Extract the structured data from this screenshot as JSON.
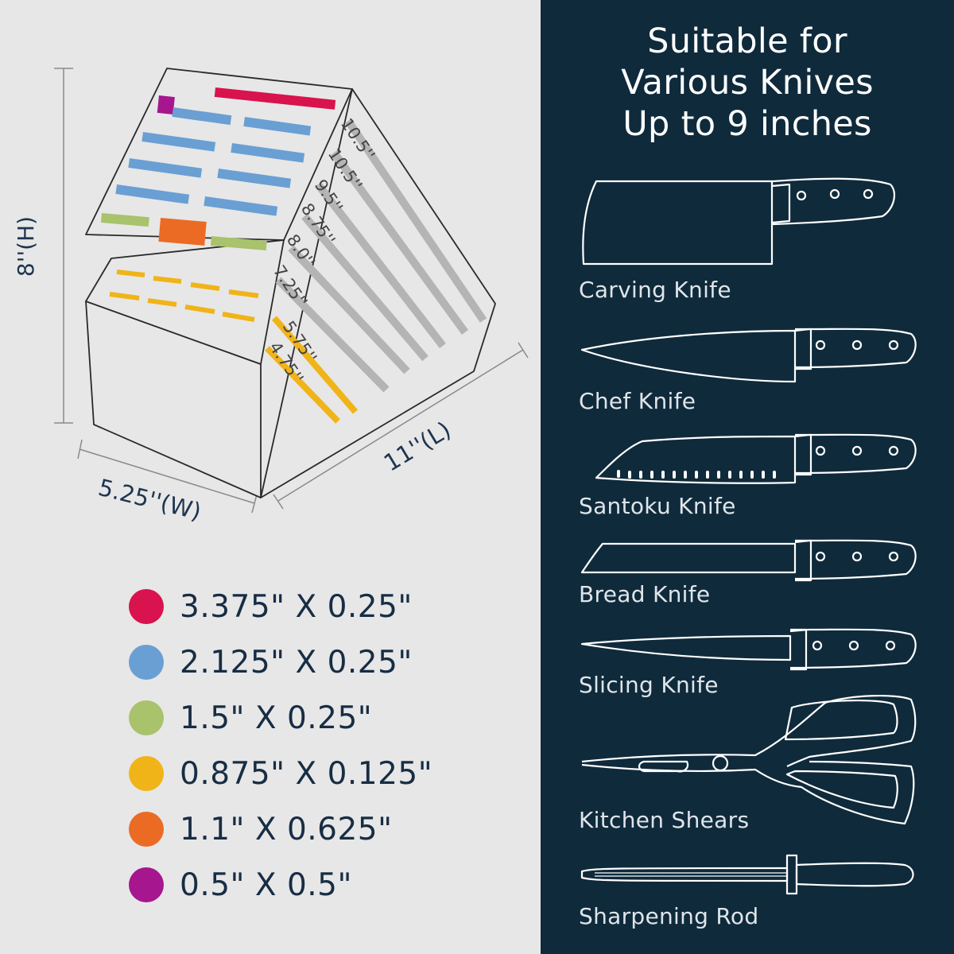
{
  "dimensions": {
    "height": "8''(H)",
    "width": "5.25''(W)",
    "length": "11''(L)"
  },
  "slot_lengths": [
    "10.5''",
    "10.5''",
    "9.5''",
    "8.75''",
    "8.0''",
    "7.25''",
    "5.75''",
    "4.75''"
  ],
  "legend": [
    {
      "label": "3.375\" X 0.25\"",
      "color": "#d8134d"
    },
    {
      "label": "2.125\" X 0.25\"",
      "color": "#6a9fd4"
    },
    {
      "label": "1.5\" X 0.25\"",
      "color": "#a9c26c"
    },
    {
      "label": "0.875\" X 0.125\"",
      "color": "#f0b419"
    },
    {
      "label": "1.1\" X 0.625\"",
      "color": "#ec6b24"
    },
    {
      "label": "0.5\" X 0.5\"",
      "color": "#a5168f"
    }
  ],
  "headline": [
    "Suitable for",
    "Various Knives",
    "Up to 9 inches"
  ],
  "knives": [
    {
      "name": "Carving Knife",
      "icon": "cleaver-icon"
    },
    {
      "name": "Chef Knife",
      "icon": "chef-knife-icon"
    },
    {
      "name": "Santoku Knife",
      "icon": "santoku-knife-icon"
    },
    {
      "name": "Bread Knife",
      "icon": "bread-knife-icon"
    },
    {
      "name": "Slicing Knife",
      "icon": "slicing-knife-icon"
    },
    {
      "name": "Kitchen Shears",
      "icon": "kitchen-shears-icon"
    },
    {
      "name": "Sharpening Rod",
      "icon": "sharpening-rod-icon"
    }
  ],
  "colors": {
    "left_background": "#e7e7e7",
    "right_background": "#0f2a3b",
    "text_dark": "#172d44",
    "slot_gray": "#b4b4b4"
  }
}
